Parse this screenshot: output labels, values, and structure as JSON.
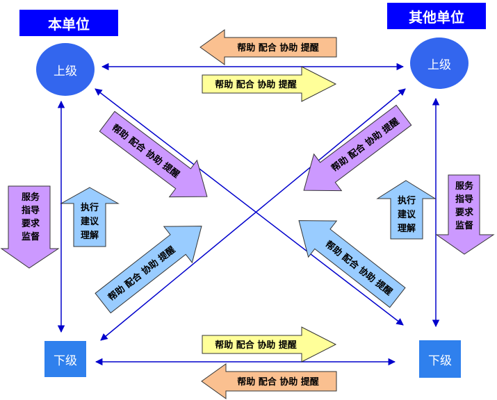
{
  "headers": {
    "left": "本单位",
    "right": "其他单位"
  },
  "nodes": {
    "left_upper": "上级",
    "right_upper": "上级",
    "left_lower": "下级",
    "right_lower": "下级"
  },
  "arrow_labels": {
    "top_left_pointing": "帮助 配合 协助 提醒",
    "top_right_pointing": "帮助 配合 协助 提醒",
    "bottom_right_pointing": "帮助 配合 协助 提醒",
    "bottom_left_pointing": "帮助 配合 协助 提醒",
    "diag_upper_left": "帮助 配合 协助 提醒",
    "diag_upper_right": "帮助 配合 协助 提醒",
    "diag_lower_left": "帮助 配合 协助 提醒",
    "diag_lower_right": "帮助 配合 协助 提醒"
  },
  "side_labels": {
    "left_down": [
      "服务",
      "指导",
      "要求",
      "监督"
    ],
    "left_up": [
      "执行",
      "建议",
      "理解"
    ],
    "right_up": [
      "执行",
      "建议",
      "理解"
    ],
    "right_down": [
      "服务",
      "指导",
      "要求",
      "监督"
    ]
  },
  "colors": {
    "header": "#0000ff",
    "node": "#3366ee",
    "connector": "#0000cc",
    "orange_arrow": "#fac090",
    "yellow_arrow": "#ffff99",
    "purple_arrow": "#cc99ff",
    "blue_arrow": "#99ccff"
  }
}
